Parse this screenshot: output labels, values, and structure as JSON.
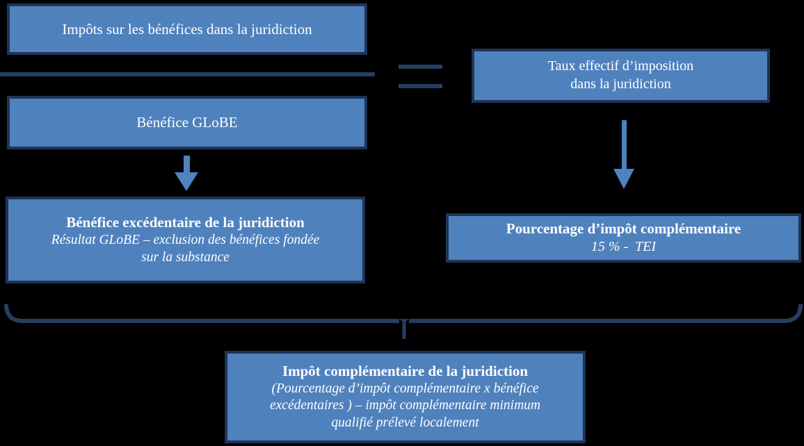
{
  "colors": {
    "background": "#000000",
    "box_fill": "#4f81bd",
    "box_border": "#1f3456",
    "line": "#273e62",
    "arrow": "#4e82c0",
    "text": "#ffffff"
  },
  "boxes": {
    "covered_taxes": {
      "label": "Impôts sur les bénéfices dans la juridiction"
    },
    "globe_income": {
      "label": "Bénéfice GLoBE"
    },
    "effective_tax_rate": {
      "line1": "Taux effectif d’imposition",
      "line2": "dans la juridiction"
    },
    "excess_profit": {
      "title": "Bénéfice excédentaire de la juridiction",
      "sub1": "Résultat GLoBE – exclusion des bénéfices fondée",
      "sub2": "sur la substance"
    },
    "topup_percentage": {
      "title": "Pourcentage d’impôt complémentaire",
      "sub1": "15 % -  TEI"
    },
    "topup_tax": {
      "title": "Impôt complémentaire de la juridiction",
      "sub1": "(Pourcentage d’impôt complémentaire x bénéfice",
      "sub2": "excédentaires ) – impôt complémentaire minimum",
      "sub3": "qualifié prélevé localement"
    }
  }
}
